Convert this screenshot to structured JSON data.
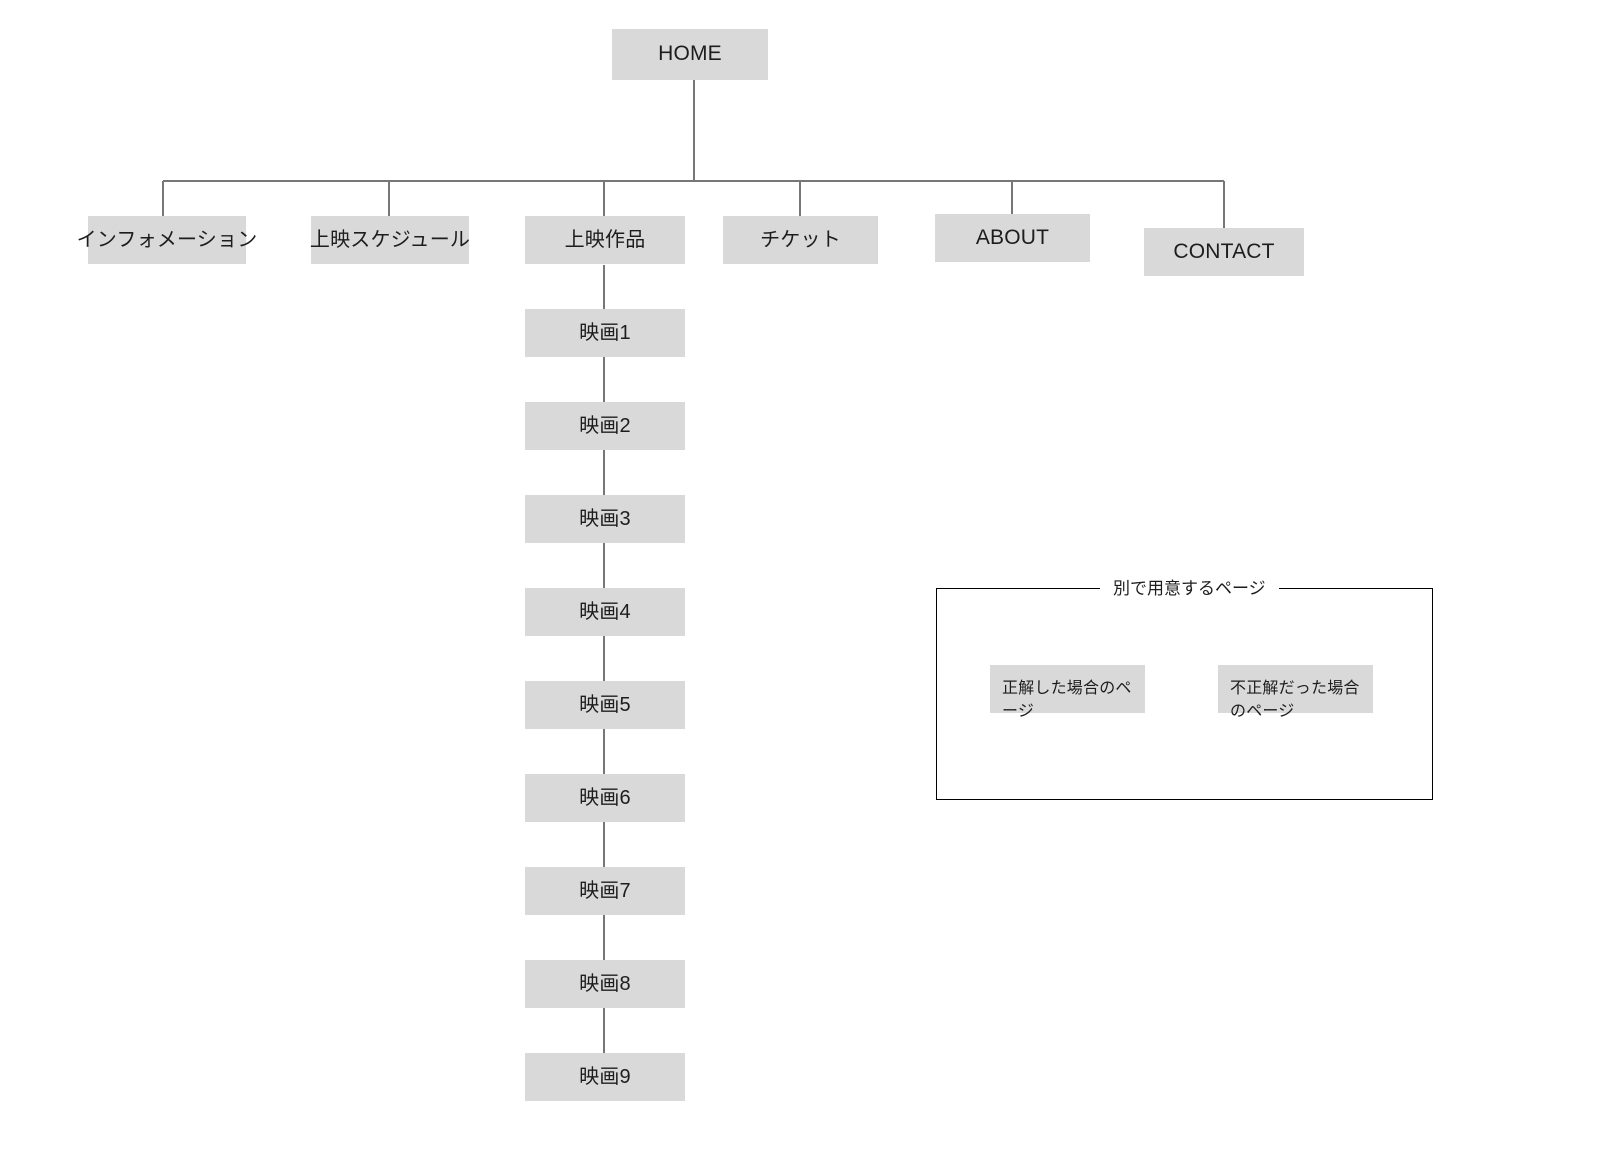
{
  "diagram": {
    "title_node": {
      "label": "HOME"
    },
    "level2": [
      {
        "label": "インフォメーション"
      },
      {
        "label": "上映スケジュール"
      },
      {
        "label": "上映作品"
      },
      {
        "label": "チケット"
      },
      {
        "label": "ABOUT"
      },
      {
        "label": "CONTACT"
      }
    ],
    "movies": [
      {
        "label": "映画1"
      },
      {
        "label": "映画2"
      },
      {
        "label": "映画3"
      },
      {
        "label": "映画4"
      },
      {
        "label": "映画5"
      },
      {
        "label": "映画6"
      },
      {
        "label": "映画7"
      },
      {
        "label": "映画8"
      },
      {
        "label": "映画9"
      }
    ],
    "separate_group": {
      "legend": "別で用意するページ",
      "items": [
        {
          "label": "正解した場合のページ"
        },
        {
          "label": "不正解だった場合のページ"
        }
      ]
    },
    "colors": {
      "node_fill": "#d9d9d9",
      "line": "#777777",
      "group_border": "#000000",
      "text": "#1d1d1d",
      "background": "#ffffff"
    }
  }
}
